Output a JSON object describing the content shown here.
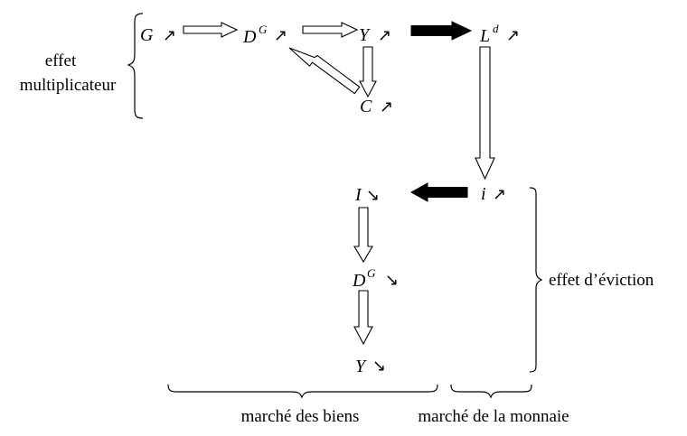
{
  "symbols": {
    "up": "↗",
    "down": "↘"
  },
  "nodes": {
    "G": "G",
    "DG": "D",
    "DG_sup": "G",
    "Y": "Y",
    "Ld": "L",
    "Ld_sup": "d",
    "C": "C",
    "i": "i",
    "I": "I",
    "DG2": "D",
    "DG2_sup": "G",
    "Y2": "Y"
  },
  "labels": {
    "multiplier_line1": "effet",
    "multiplier_line2": "multiplicateur",
    "crowding_out": "effet d’éviction",
    "goods_market": "marché des biens",
    "money_market": "marché de la monnaie"
  }
}
